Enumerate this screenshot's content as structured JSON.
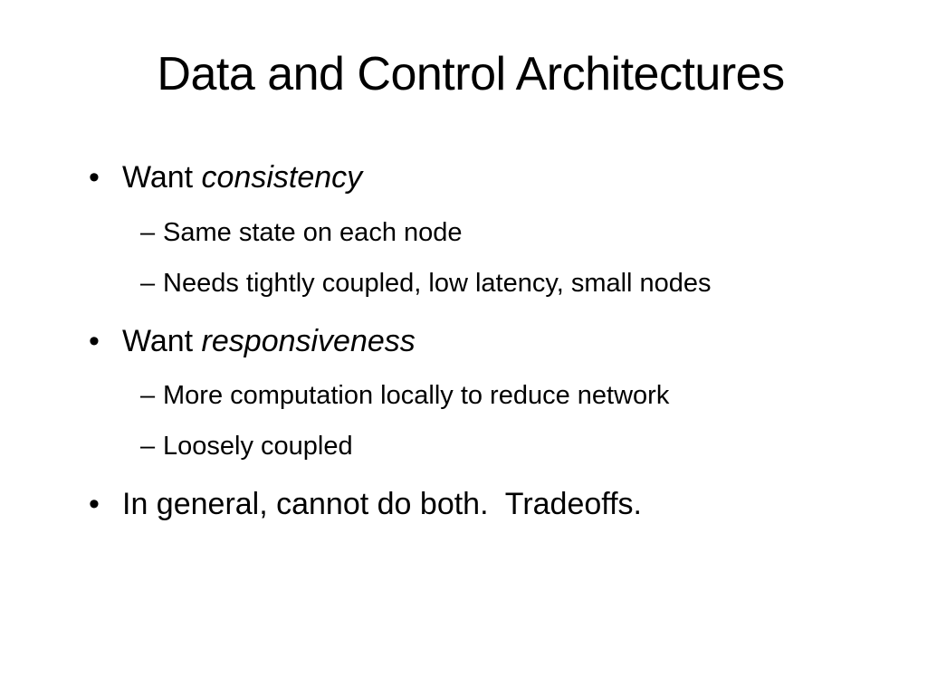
{
  "slide": {
    "title": "Data and Control Architectures",
    "bullets": [
      {
        "prefix": "Want ",
        "emphasis": "consistency",
        "subitems": [
          "Same state on each node",
          "Needs tightly coupled, low latency, small nodes"
        ]
      },
      {
        "prefix": "Want ",
        "emphasis": "responsiveness",
        "subitems": [
          "More computation locally to reduce network",
          "Loosely coupled"
        ]
      },
      {
        "text": "In general, cannot do both.  Tradeoffs."
      }
    ],
    "bullet_glyph": "•",
    "dash_glyph": "–"
  }
}
